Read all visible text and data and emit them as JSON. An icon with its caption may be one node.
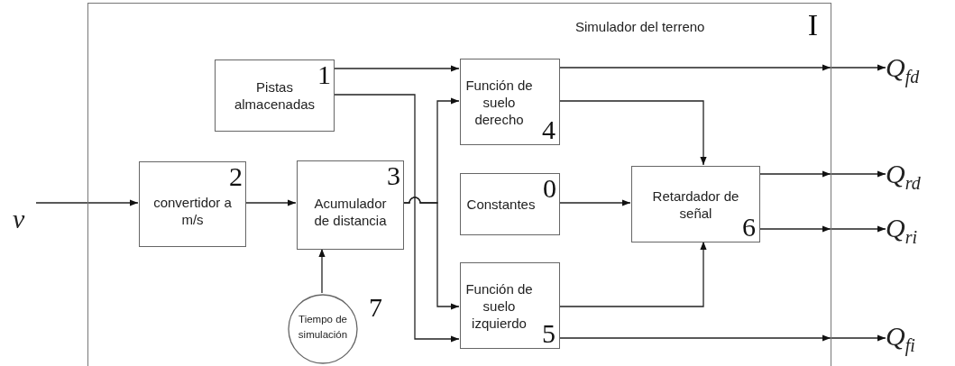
{
  "diagram": {
    "nodes": [
      {
        "text": [
          "Simulador del terreno",
          "I"
        ]
      },
      {
        "text": [
          "Pistas almacenadas",
          "1"
        ],
        "in": 0
      },
      {
        "text": [
          "Función de suelo derecho",
          "4"
        ],
        "in": 0
      },
      {
        "text": [
          "v"
        ]
      },
      {
        "text": [
          "2",
          "convertidor a m/s"
        ],
        "in": 0
      },
      {
        "text": [
          "3",
          "Acumulador de distancia"
        ],
        "in": 0
      },
      {
        "text": [
          "Constantes",
          "0"
        ],
        "in": 0
      },
      {
        "text": [
          "Retardador de señal",
          "6"
        ],
        "in": 0
      },
      {
        "text": [
          "Función de suelo izquierdo",
          "5"
        ],
        "in": 0
      },
      {
        "text": [
          "Tiempo de simulación",
          "7"
        ],
        "in": 0
      },
      {
        "text": [
          "Q$_{fd}$"
        ]
      },
      {
        "text": [
          "Q$_{rd}$"
        ]
      },
      {
        "text": [
          "Q$_{ri}$"
        ]
      },
      {
        "text": [
          "Q$_{fi}$"
        ]
      }
    ],
    "edges": [
      {
        "from": 3,
        "to": 4,
        "arrow": "to"
      },
      {
        "from": 1,
        "to": 2,
        "arrow": "to"
      },
      {
        "from": 1,
        "to": 8,
        "arrow": "to"
      },
      {
        "from": 4,
        "to": 5,
        "arrow": "to"
      },
      {
        "from": 5,
        "to": 2,
        "arrow": "to"
      },
      {
        "from": 5,
        "to": 8,
        "arrow": "to"
      },
      {
        "from": 9,
        "to": 5,
        "arrow": "to"
      },
      {
        "from": 2,
        "to": 7,
        "arrow": "to"
      },
      {
        "from": 6,
        "to": 7,
        "arrow": "to"
      },
      {
        "from": 8,
        "to": 7,
        "arrow": "to"
      },
      {
        "from": 2,
        "to": 10,
        "arrow": "to"
      },
      {
        "from": 7,
        "to": 11,
        "arrow": "to"
      },
      {
        "from": 7,
        "to": 12,
        "arrow": "to"
      },
      {
        "from": 8,
        "to": 13,
        "arrow": "to"
      }
    ]
  }
}
